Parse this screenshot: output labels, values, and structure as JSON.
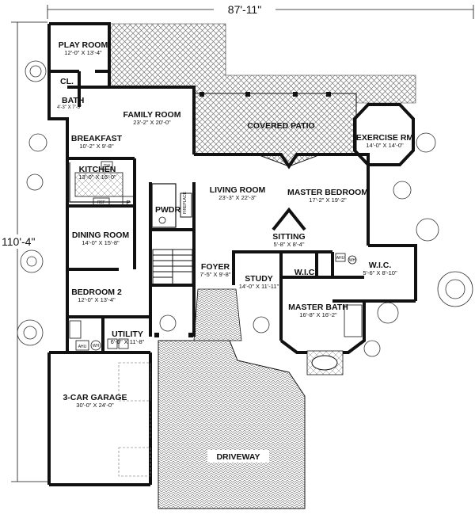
{
  "dimensions": {
    "overall_width": "87'-11\"",
    "overall_depth": "110'-4\""
  },
  "rooms": {
    "play_room": {
      "name": "PLAY ROOM",
      "size": "12'-0\" X 13'-4\""
    },
    "closet_play": {
      "name": "CL."
    },
    "bath": {
      "name": "BATH",
      "size": "4'-3\" X 7'-5\""
    },
    "family_room": {
      "name": "FAMILY ROOM",
      "size": "23'-2\" X 20'-0\""
    },
    "covered_patio": {
      "name": "COVERED PATIO"
    },
    "exercise_rm": {
      "name": "EXERCISE RM",
      "size": "14'-0\" X 14'-0\""
    },
    "breakfast": {
      "name": "BREAKFAST",
      "size": "10'-2\" X 9'-8\""
    },
    "kitchen": {
      "name": "KITCHEN",
      "size": "13'-0\" X 16'-0\""
    },
    "living_room": {
      "name": "LIVING ROOM",
      "size": "23'-3\" X 22'-3\""
    },
    "master_bedroom": {
      "name": "MASTER BEDROOM",
      "size": "17'-2\" X 19'-2\""
    },
    "pwdr": {
      "name": "PWDR"
    },
    "sitting": {
      "name": "SITTING",
      "size": "5'-8\" X 8'-4\""
    },
    "dining_room": {
      "name": "DINING ROOM",
      "size": "14'-0\" X 15'-8\""
    },
    "wic_master": {
      "name": "W.I.C.",
      "size": "5'-6\" X 8'-10\""
    },
    "foyer": {
      "name": "FOYER",
      "size": "7'-5\" X 9'-8\""
    },
    "study": {
      "name": "STUDY",
      "size": "14'-0\" X 11'-11\""
    },
    "wic_small": {
      "name": "W.I.C."
    },
    "bedroom_2": {
      "name": "BEDROOM 2",
      "size": "12'-0\" X 13'-4\""
    },
    "master_bath": {
      "name": "MASTER BATH",
      "size": "16'-8\" X 16'-2\""
    },
    "utility": {
      "name": "UTILITY",
      "size": "6'-0\" X 11'-8\""
    },
    "garage": {
      "name": "3-CAR GARAGE",
      "size": "30'-0\" X 24'-0\""
    },
    "driveway": {
      "name": "DRIVEWAY"
    }
  },
  "fixtures": {
    "dw": "DW",
    "ref": "REF",
    "pantry": "P",
    "fireplace": "FIREPLACE",
    "ahu": "AHU",
    "wh": "WH"
  },
  "colors": {
    "line": "#111111",
    "hatch": "#555555",
    "background": "#ffffff"
  }
}
